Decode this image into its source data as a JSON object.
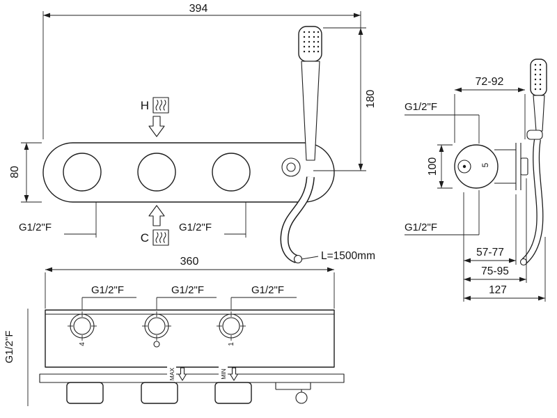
{
  "front_view": {
    "dim_width": "394",
    "dim_shower_height": "180",
    "dim_body_height": "80",
    "hot_label": "H",
    "cold_label": "C",
    "port_left_label": "G1/2\"F",
    "port_mid_label": "G1/2\"F",
    "hose_length_label": "L=1500mm"
  },
  "side_view": {
    "dim_depth_range": "72-92",
    "port_top_label": "G1/2\"F",
    "dim_center_height": "100",
    "port_bottom_label": "G1/2\"F",
    "dim_range_front": "57-77",
    "dim_range_handle": "75-95",
    "dim_total_depth": "127",
    "body_mark": "5"
  },
  "plan_view": {
    "dim_width": "360",
    "port1_label": "G1/2\"F",
    "port2_label": "G1/2\"F",
    "port3_label": "G1/2\"F",
    "port_side_label": "G1/2\"F",
    "max_label": "MAX",
    "min_label": "MIN",
    "knob1_mark": "4",
    "knob3_mark": "1"
  }
}
